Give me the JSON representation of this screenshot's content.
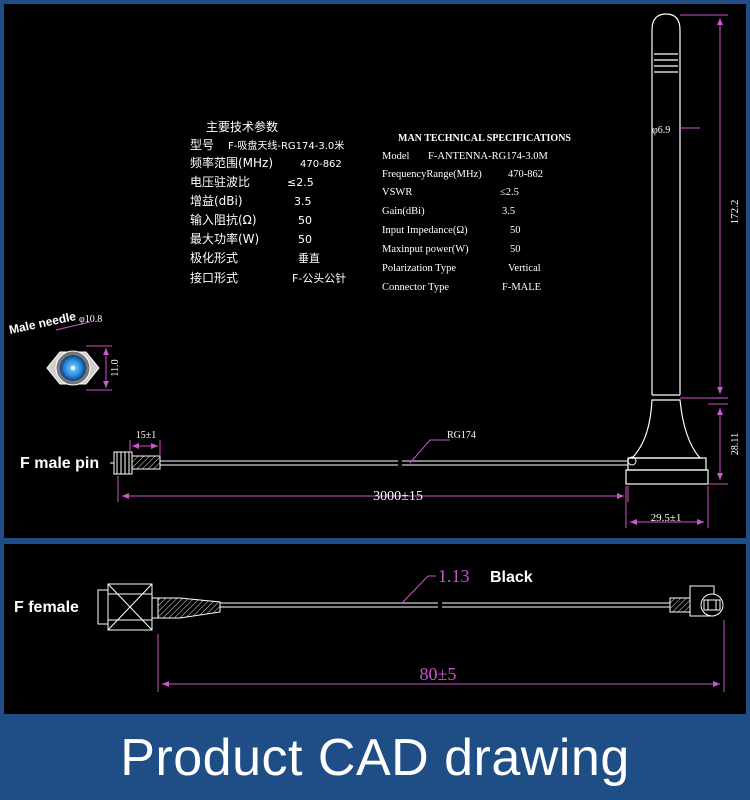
{
  "footer": {
    "title": "Product CAD drawing"
  },
  "callouts": {
    "male_needle": "Male needle",
    "f_male_pin": "F male pin",
    "f_female": "F female",
    "black": "Black"
  },
  "specs_cn": {
    "title": "主要技术参数",
    "rows": [
      {
        "label": "型号",
        "value": "F-吸盘天线-RG174-3.0米"
      },
      {
        "label": "频率范围(MHz)",
        "value": "470-862"
      },
      {
        "label": "电压驻波比",
        "value": "≤2.5"
      },
      {
        "label": "增益(dBi)",
        "value": "3.5"
      },
      {
        "label": "输入阻抗(Ω)",
        "value": "50"
      },
      {
        "label": "最大功率(W)",
        "value": "50"
      },
      {
        "label": "极化形式",
        "value": "垂直"
      },
      {
        "label": "接口形式",
        "value": "F-公头公针"
      }
    ]
  },
  "specs_en": {
    "title": "MAN TECHNICAL SPECIFICATIONS",
    "rows": [
      {
        "label": "Model",
        "value": "F-ANTENNA-RG174-3.0M"
      },
      {
        "label": "FrequencyRange(MHz)",
        "value": "470-862"
      },
      {
        "label": "VSWR",
        "value": "≤2.5"
      },
      {
        "label": "Gain(dBi)",
        "value": "3.5"
      },
      {
        "label": "Input Impedance(Ω)",
        "value": "50"
      },
      {
        "label": "Maxinput power(W)",
        "value": "50"
      },
      {
        "label": "Polarization Type",
        "value": "Vertical"
      },
      {
        "label": "Connector Type",
        "value": "F-MALE"
      }
    ]
  },
  "dimensions": {
    "whip_diameter": "φ6.9",
    "whip_height": "172.2",
    "connector_diameter": "φ10.8",
    "connector_height": "11.0",
    "pin_length": "15±1",
    "cable_type": "RG174",
    "cable_length": "3000±15",
    "base_height": "28.11",
    "base_width": "29.5±1",
    "pigtail_cable": "1.13",
    "pigtail_length": "80±5"
  },
  "colors": {
    "background_blue": "#1f4e86",
    "drawing_background": "#000000",
    "dimension_magenta": "#cc55cc",
    "text_white": "#ffffff"
  }
}
